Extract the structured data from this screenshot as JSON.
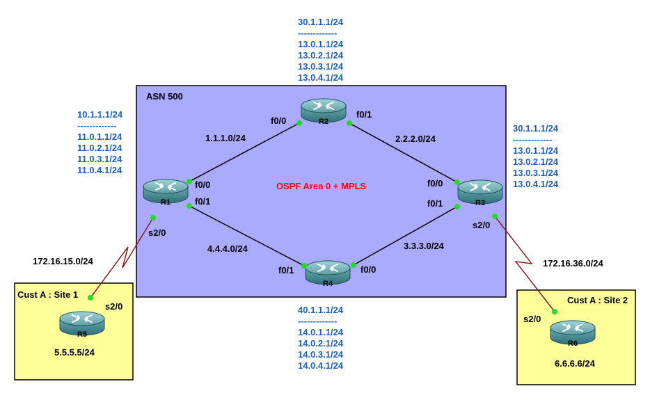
{
  "colors": {
    "asn_fill": "#aaaaff",
    "site_fill": "#ffff99",
    "link": "#000000",
    "serial": "#8b1a1a",
    "port_dot": "#22dd22",
    "ip_text": "#1a5fc4",
    "ospf_text": "#ff0000"
  },
  "asn": {
    "label": "ASN 500",
    "ospf_label": "OSPF Area 0 + MPLS"
  },
  "sites": {
    "site1": {
      "label": "Cust A : Site 1",
      "loopback": "5.5.5.5/24"
    },
    "site2": {
      "label": "Cust A : Site 2",
      "loopback": "6.6.6.6/24"
    }
  },
  "routers": {
    "r1": "R1",
    "r2": "R2",
    "r3": "R3",
    "r4": "R4",
    "r5": "R5",
    "r6": "R6"
  },
  "networks": {
    "r1_r2": "1.1.1.0/24",
    "r2_r3": "2.2.2.0/24",
    "r3_r4": "3.3.3.0/24",
    "r1_r4": "4.4.4.0/24",
    "r1_r5": "172.16.15.0/24",
    "r3_r6": "172.16.36.0/24"
  },
  "interfaces": {
    "r1_f00": "f0/0",
    "r1_f01": "f0/1",
    "r1_s20": "s2/0",
    "r2_f00": "f0/0",
    "r2_f01": "f0/1",
    "r3_f00": "f0/0",
    "r3_f01": "f0/1",
    "r3_s20": "s2/0",
    "r4_f00": "f0/0",
    "r4_f01": "f0/1",
    "r5_s20": "s2/0",
    "r6_s20": "s2/0"
  },
  "ip_lists": {
    "r1": {
      "top": "10.1.1.1/24",
      "sep": "-------------",
      "items": [
        "11.0.1.1/24",
        "11.0.2.1/24",
        "11.0.3.1/24",
        "11.0.4.1/24"
      ]
    },
    "r2": {
      "top": "30.1.1.1/24",
      "sep": "-------------",
      "items": [
        "13.0.1.1/24",
        "13.0.2.1/24",
        "13.0.3.1/24",
        "13.0.4.1/24"
      ]
    },
    "r3": {
      "top": "30.1.1.1/24",
      "sep": "-------------",
      "items": [
        "13.0.1.1/24",
        "13.0.2.1/24",
        "13.0.3.1/24",
        "13.0.4.1/24"
      ]
    },
    "r4": {
      "top": "40.1.1.1/24",
      "sep": "-------------",
      "items": [
        "14.0.1.1/24",
        "14.0.2.1/24",
        "14.0.3.1/24",
        "14.0.4.1/24"
      ]
    }
  }
}
